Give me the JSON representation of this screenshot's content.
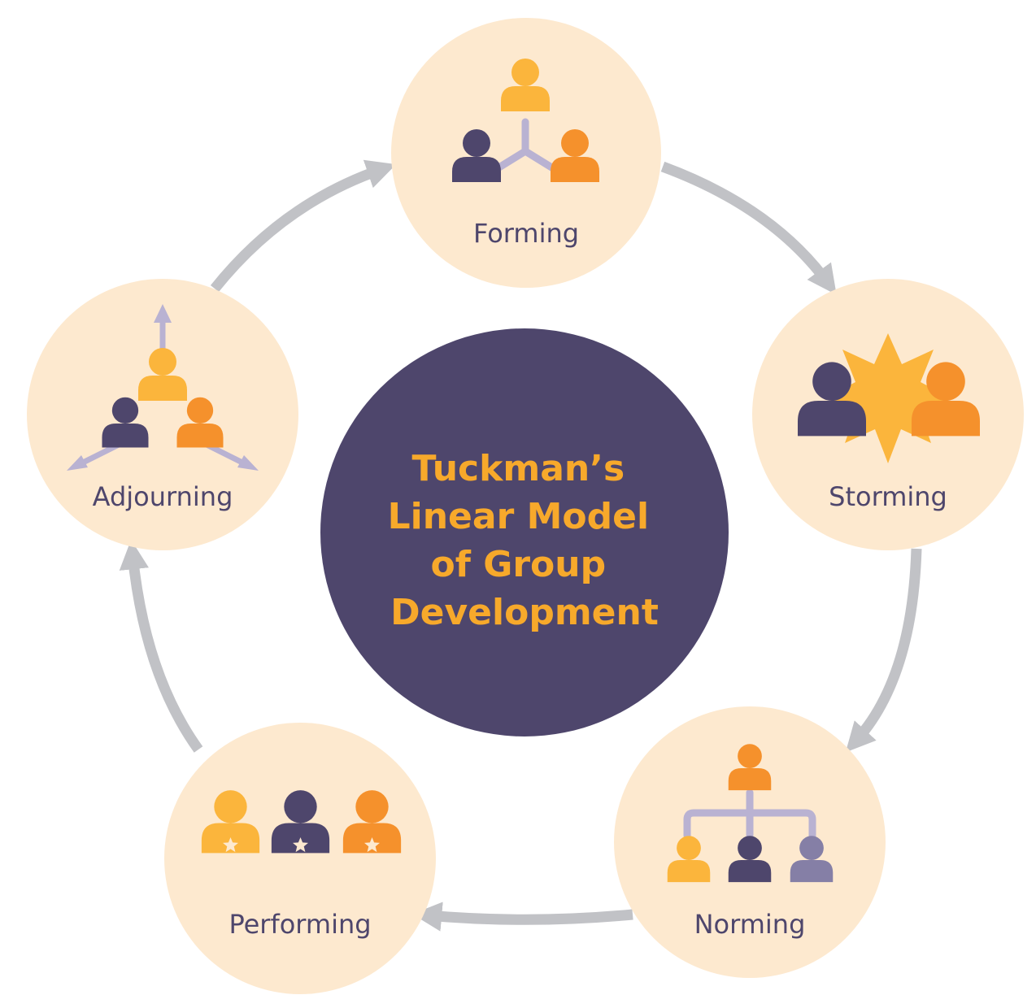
{
  "title_lines": [
    "Tuckman’s",
    "Linear Model",
    "of Group",
    "Development"
  ],
  "stages": [
    {
      "label": "Forming",
      "icon": "three-connected-people-icon"
    },
    {
      "label": "Storming",
      "icon": "two-people-conflict-burst-icon"
    },
    {
      "label": "Norming",
      "icon": "hierarchy-people-icon"
    },
    {
      "label": "Performing",
      "icon": "three-people-stars-icon"
    },
    {
      "label": "Adjourning",
      "icon": "people-dispersing-arrows-icon"
    }
  ],
  "colors": {
    "center": "#4e466c",
    "stage_fill": "#fde9cf",
    "arrow": "#c1c2c6",
    "yellow": "#fbb53c",
    "orange": "#f5912c",
    "navy": "#4e466c",
    "lavender": "#857fa6",
    "connector": "#b9b2d2",
    "star": "#fde9cf"
  }
}
